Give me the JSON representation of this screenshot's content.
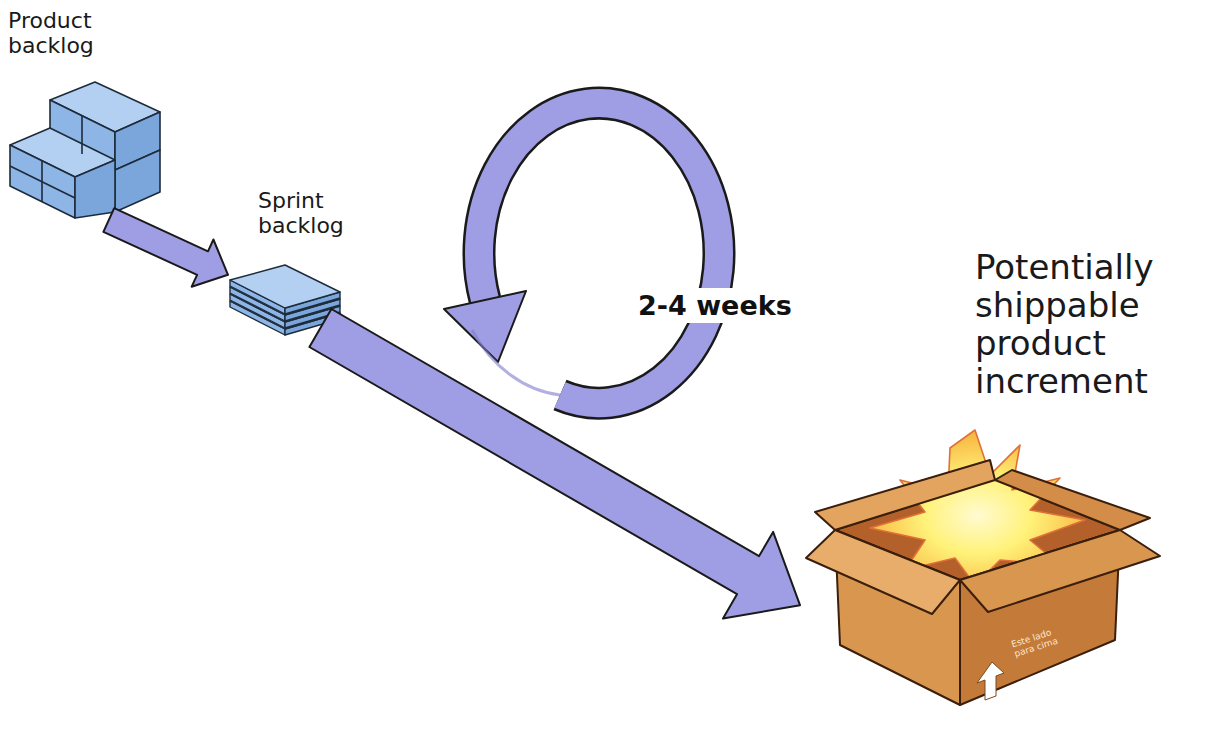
{
  "diagram": {
    "nodes": [
      {
        "text": [
          "Product backlog"
        ]
      },
      {
        "text": [
          "Sprint backlog"
        ]
      },
      {
        "text": [
          "Potentially shippable product increment",
          "Este lado para cima"
        ]
      }
    ],
    "edges": [
      {
        "from": 0,
        "to": 1,
        "arrow": "to"
      },
      {
        "from": 1,
        "to": 2,
        "arrow": "to"
      }
    ],
    "labels": [
      "2-4 weeks"
    ]
  }
}
